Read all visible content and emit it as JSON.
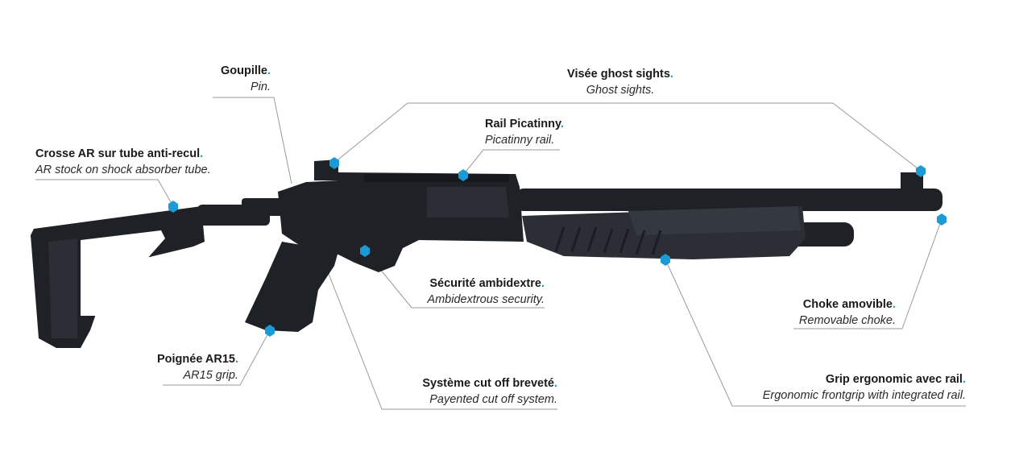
{
  "colors": {
    "marker": "#1b9ad6",
    "leader_line": "#9a9a9a",
    "gun_body": "#1e2126",
    "gun_highlight": "#3a3f46"
  },
  "callouts": [
    {
      "id": "goupille",
      "fr": "Goupille",
      "en": "Pin.",
      "dot": "."
    },
    {
      "id": "visee",
      "fr": "Visée ghost sights",
      "en": "Ghost sights.",
      "dot": "."
    },
    {
      "id": "rail",
      "fr": "Rail Picatinny",
      "en": "Picatinny rail.",
      "dot": "."
    },
    {
      "id": "crosse",
      "fr": "Crosse AR sur tube anti-recul",
      "en": "AR stock on shock absorber tube.",
      "dot": "."
    },
    {
      "id": "securite",
      "fr": "Sécurité ambidextre",
      "en": "Ambidextrous security.",
      "dot": "."
    },
    {
      "id": "choke",
      "fr": "Choke amovible",
      "en": "Removable choke.",
      "dot": "."
    },
    {
      "id": "poignee",
      "fr": "Poignée AR15",
      "en": "AR15 grip.",
      "dot": "."
    },
    {
      "id": "systeme",
      "fr": "Système cut off breveté",
      "en": "Payented cut off system.",
      "dot": "."
    },
    {
      "id": "grip",
      "fr": "Grip ergonomic avec rail",
      "en": "Ergonomic frontgrip with integrated rail.",
      "dot": "."
    }
  ]
}
